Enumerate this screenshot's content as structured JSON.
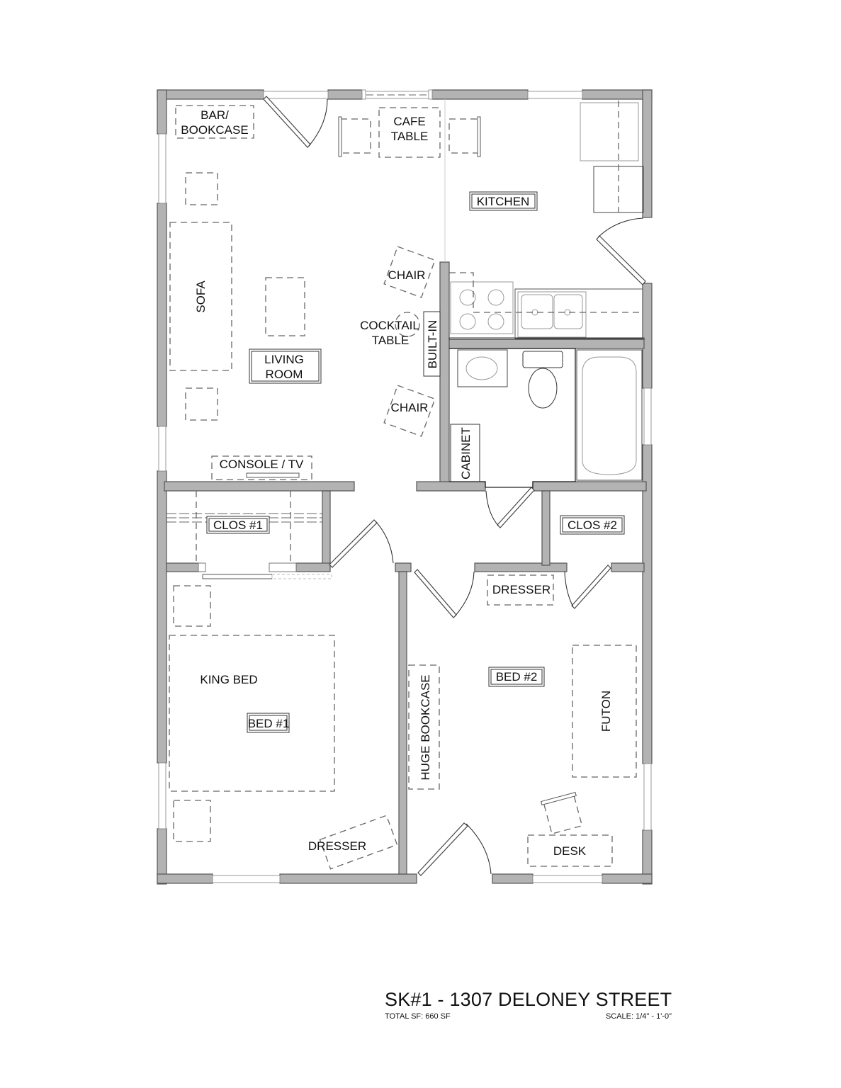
{
  "title_block": {
    "title": "SK#1 - 1307 DELONEY STREET",
    "total_sf": "TOTAL SF: 660 SF",
    "scale": "SCALE: 1/4\" - 1'-0\""
  },
  "rooms": {
    "living_room": {
      "line1": "LIVING",
      "line2": "ROOM"
    },
    "kitchen": "KITCHEN",
    "closet_1": "CLOS #1",
    "closet_2": "CLOS #2",
    "bedroom_1": "BED #1",
    "bedroom_2": "BED #2"
  },
  "furniture": {
    "bar_bookcase": {
      "line1": "BAR/",
      "line2": "BOOKCASE"
    },
    "cafe_table": {
      "line1": "CAFE",
      "line2": "TABLE"
    },
    "sofa": "SOFA",
    "chair_upper": "CHAIR",
    "chair_lower": "CHAIR",
    "cocktail_table": {
      "line1": "COCKTAIL",
      "line2": "TABLE"
    },
    "built_in": "BUILT-IN",
    "cabinet": "CABINET",
    "console_tv": "CONSOLE / TV",
    "king_bed": "KING BED",
    "dresser_bed1": "DRESSER",
    "dresser_bed2": "DRESSER",
    "huge_bookcase": "HUGE BOOKCASE",
    "futon": "FUTON",
    "desk": "DESK"
  }
}
